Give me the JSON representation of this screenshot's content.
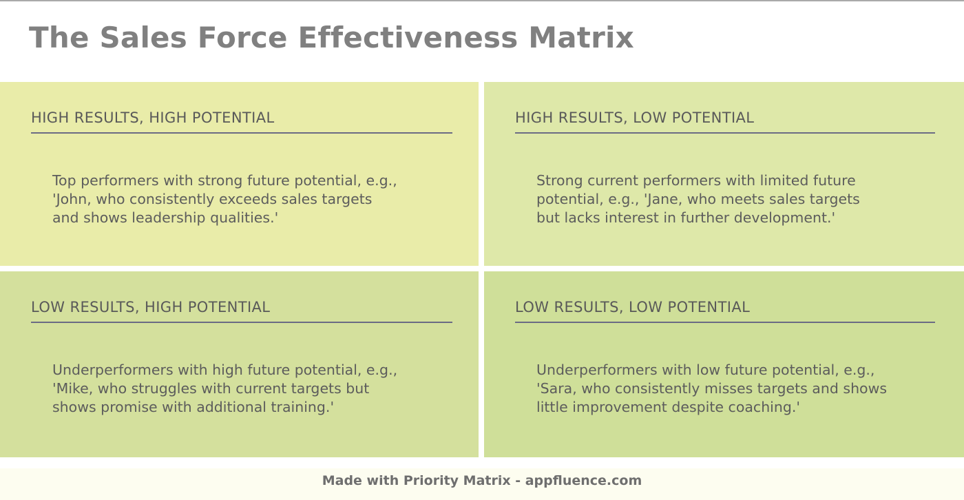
{
  "header": {
    "title": "The Sales Force Effectiveness Matrix"
  },
  "matrix": {
    "quadrants": [
      {
        "id": "high-results-high-potential",
        "title": "HIGH RESULTS, HIGH POTENTIAL",
        "body": "Top performers with strong future potential, e.g.,\n'John, who consistently exceeds sales targets\nand shows leadership qualities.'",
        "color": "#e9eca9"
      },
      {
        "id": "high-results-low-potential",
        "title": "HIGH RESULTS, LOW POTENTIAL",
        "body": "Strong current performers with limited future\npotential, e.g., 'Jane, who meets sales targets\nbut lacks interest in further development.'",
        "color": "#dee8a9"
      },
      {
        "id": "low-results-high-potential",
        "title": "LOW RESULTS, HIGH POTENTIAL",
        "body": "Underperformers with high future potential, e.g.,\n'Mike, who struggles with current targets but\nshows promise with additional training.'",
        "color": "#d4e09d"
      },
      {
        "id": "low-results-low-potential",
        "title": "LOW RESULTS, LOW POTENTIAL",
        "body": "Underperformers with low future potential, e.g.,\n'Sara, who consistently misses targets and shows\nlittle improvement despite coaching.'",
        "color": "#cfdf99"
      }
    ]
  },
  "footer": {
    "text": "Made with Priority Matrix - appfluence.com"
  },
  "colors": {
    "title_text": "#808080",
    "quadrant_title_text": "#595959",
    "quadrant_body_text": "#5c5c5c",
    "rule": "#6b6b84",
    "footer_background": "#fdfdf0",
    "footer_text": "#6e6e6e",
    "page_background": "#ffffff"
  }
}
